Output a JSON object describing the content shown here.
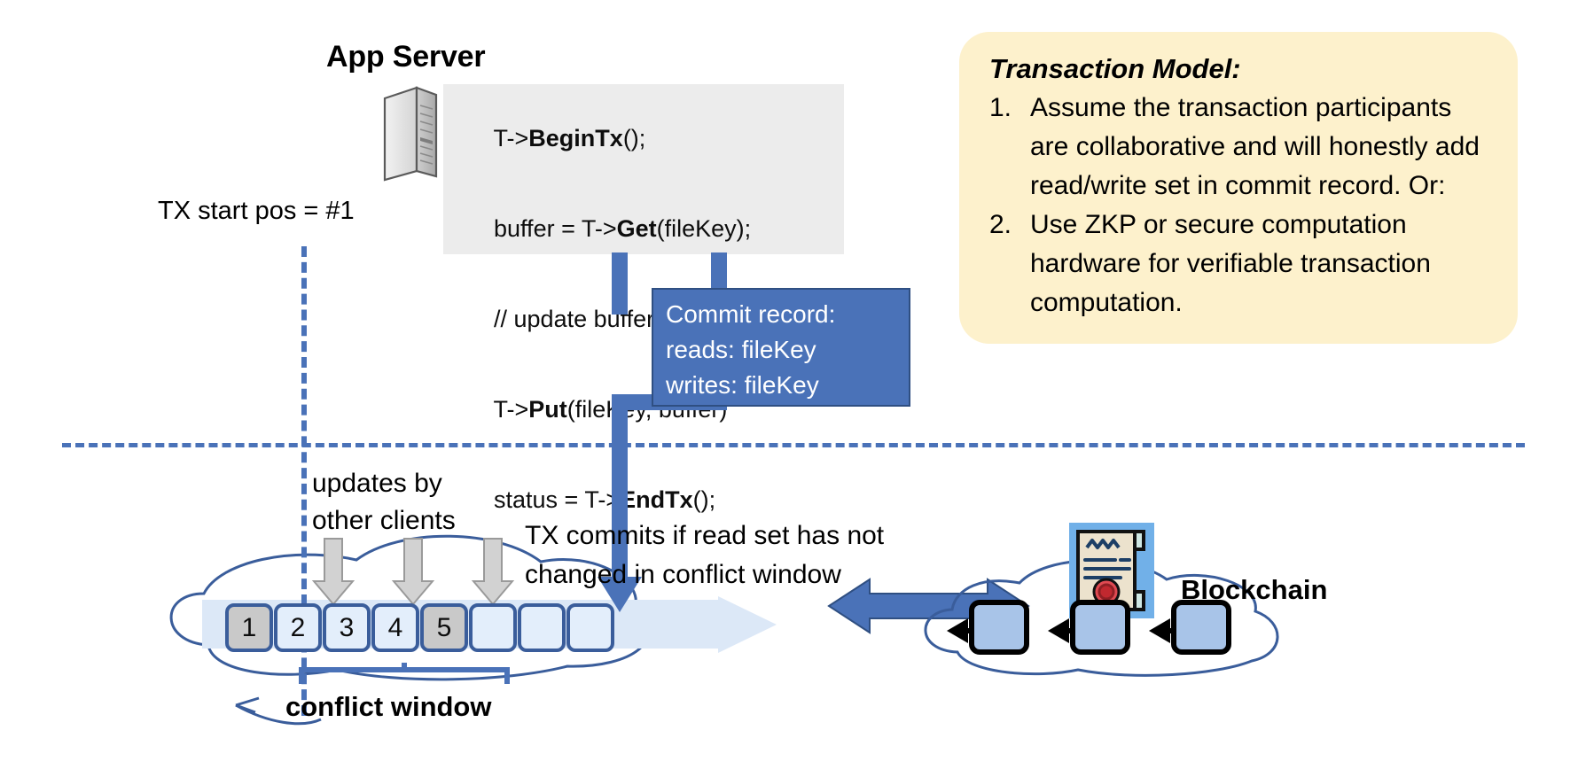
{
  "diagram": {
    "app_server": {
      "title": "App Server",
      "icon": "server-tower-icon",
      "code_lines": [
        [
          {
            "t": "T->",
            "b": false
          },
          {
            "t": "BeginTx",
            "b": true
          },
          {
            "t": "();",
            "b": false
          }
        ],
        [
          {
            "t": "buffer = T->",
            "b": false
          },
          {
            "t": "Get",
            "b": true
          },
          {
            "t": "(fileKey);",
            "b": false
          }
        ],
        [
          {
            "t": "// update buffer;",
            "b": false
          }
        ],
        [
          {
            "t": "T->",
            "b": false
          },
          {
            "t": "Put",
            "b": true
          },
          {
            "t": "(fileKey, buffer)",
            "b": false
          }
        ],
        [
          {
            "t": "status = T->",
            "b": false
          },
          {
            "t": "EndTx",
            "b": true
          },
          {
            "t": "();",
            "b": false
          }
        ]
      ]
    },
    "commit_record": {
      "title": "Commit record:",
      "reads": "reads: fileKey",
      "writes": "writes: fileKey"
    },
    "tx_model": {
      "title": "Transaction Model:",
      "items": [
        {
          "num": "1.",
          "text": "Assume the transaction participants are collaborative and will honestly add read/write set in commit record.  Or:"
        },
        {
          "num": "2.",
          "text": "Use ZKP or secure computation hardware for verifiable transaction computation."
        }
      ]
    },
    "labels": {
      "tx_start_pos": "TX start pos = #1",
      "updates_by_other_clients_line1": "updates by",
      "updates_by_other_clients_line2": "other clients",
      "tx_commits_line1": "TX commits if read set has not",
      "tx_commits_line2": "changed in conflict window",
      "conflict_window": "conflict window",
      "blockchain": "Blockchain"
    },
    "ledger": {
      "blocks": [
        {
          "label": "1",
          "state": "filled"
        },
        {
          "label": "2",
          "state": "empty"
        },
        {
          "label": "3",
          "state": "empty"
        },
        {
          "label": "4",
          "state": "empty"
        },
        {
          "label": "5",
          "state": "filled"
        },
        {
          "label": "",
          "state": "empty"
        },
        {
          "label": "",
          "state": "empty"
        },
        {
          "label": "",
          "state": "empty"
        }
      ]
    },
    "blockchain": {
      "certificate_icon": "certificate-seal-icon",
      "chain_blocks": 3
    },
    "colors": {
      "accent_blue": "#4a72b8",
      "dark_blue_border": "#2f4f82",
      "cloud_stroke": "#3a5d9b",
      "callout_bg": "#fdf1cc",
      "code_bg": "#ececec",
      "ledger_band": "#dce8f7",
      "block_empty": "#e3eefb",
      "block_filled": "#c9c9c9",
      "chain_block": "#a8c4e8",
      "cert_bg": "#71b0e8",
      "seal_red": "#d9333f"
    }
  }
}
